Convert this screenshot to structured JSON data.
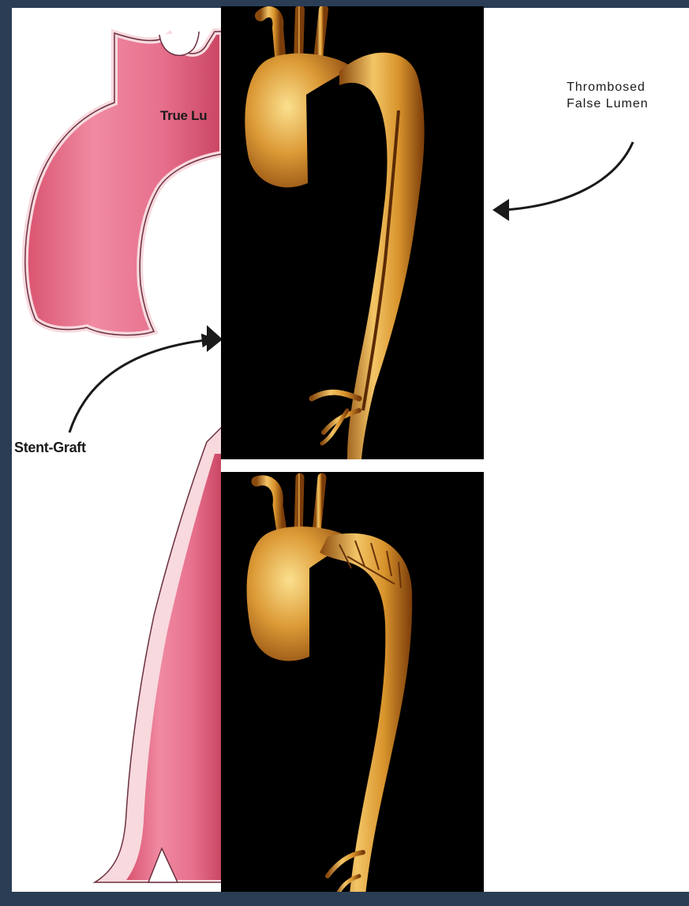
{
  "labels": {
    "true_lumen": "True Lu",
    "stent_graft": "Stent-Graft",
    "thrombosed_line1": "Thrombosed",
    "thrombosed_line2": "False Lumen"
  },
  "colors": {
    "frame_background": "#2a3d55",
    "panel_background": "#ffffff",
    "aorta_pink": "#e56b8a",
    "aorta_wall": "#f7d9de",
    "scan_background": "#000000",
    "scan_vessel": "#d89a32",
    "arrow": "#1a1a1a"
  }
}
